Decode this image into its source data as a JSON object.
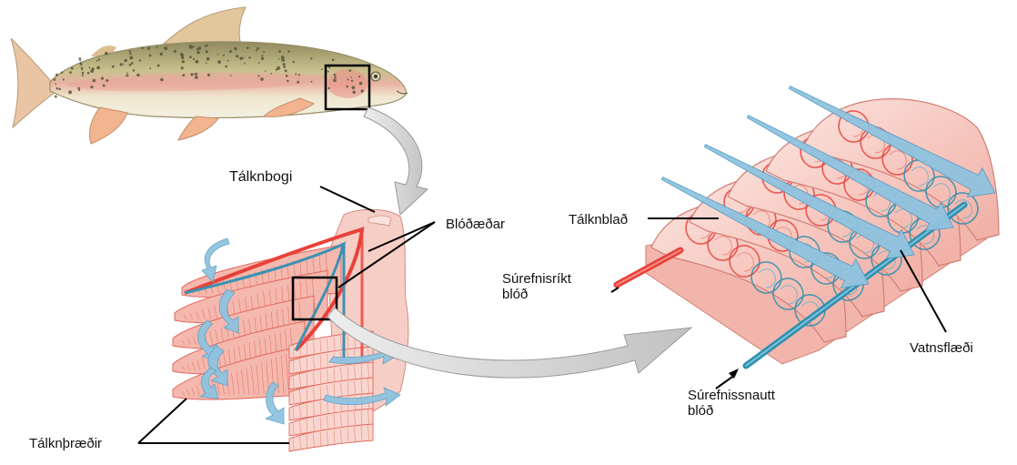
{
  "labels": {
    "gill_arch": "Tálknbogi",
    "blood_vessels": "Blóðæðar",
    "gill_lamella": "Tálknblað",
    "oxygen_rich_line1": "Súrefnisríkt",
    "oxygen_rich_line2": "blóð",
    "water_flow": "Vatnsflæði",
    "oxygen_poor_line1": "Súrefnissnautt",
    "oxygen_poor_line2": "blóð",
    "gill_filaments": "Tálknþræðir"
  },
  "colors": {
    "fish_back": "#8f8a5e",
    "fish_belly": "#efe9d2",
    "fish_stripe": "#e7a59a",
    "fin": "#eec8a8",
    "gill_tissue": "#f4b8ae",
    "gill_tissue_light": "#f8d6cf",
    "gill_line": "#e3685c",
    "oxygen_rich": "#e8413a",
    "oxygen_poor": "#2e8fb0",
    "water_arrow": "#8fc3df",
    "process_arrow": "#d0d0d0",
    "callout": "#000000"
  },
  "icons": {
    "fish": "trout-illustration",
    "zoom_box": "magnifier-square",
    "flow_arrow": "curved-arrow"
  }
}
